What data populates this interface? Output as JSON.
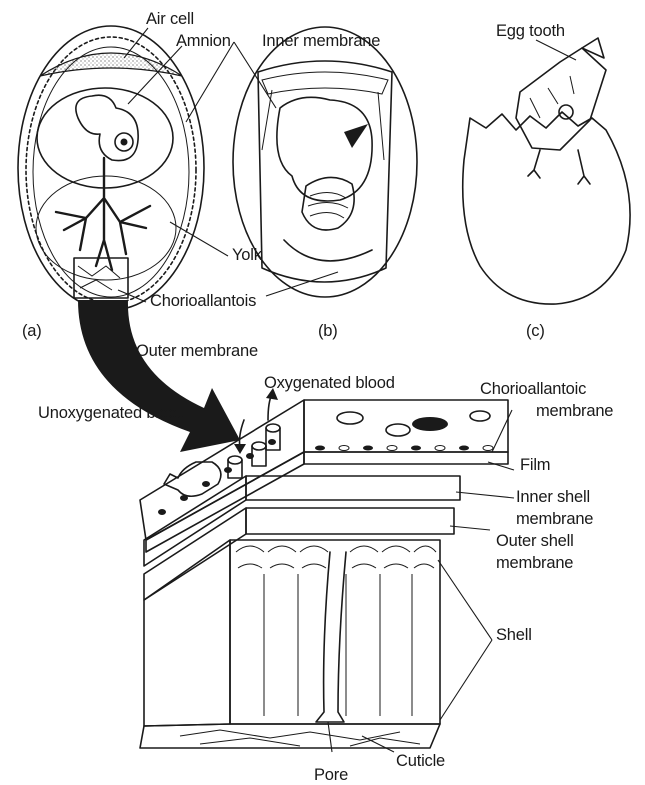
{
  "colors": {
    "ink": "#1a1a1a",
    "paper": "#ffffff",
    "stipple": "#777777"
  },
  "panels": {
    "a": {
      "tag": "(a)"
    },
    "b": {
      "tag": "(b)"
    },
    "c": {
      "tag": "(c)"
    }
  },
  "labels": {
    "air_cell": "Air cell",
    "amnion": "Amnion",
    "inner_membrane": "Inner membrane",
    "egg_tooth": "Egg tooth",
    "yolk": "Yolk",
    "chorioallantois": "Chorioallantois",
    "outer_membrane": "Outer membrane",
    "oxygenated_blood": "Oxygenated blood",
    "unoxygenated_blood": "Unoxygenated blood",
    "chorioallantoic_membrane": [
      "Chorioallantoic",
      "membrane"
    ],
    "film": "Film",
    "inner_shell_membrane": [
      "Inner shell",
      "membrane"
    ],
    "outer_shell_membrane": [
      "Outer shell",
      "membrane"
    ],
    "shell": "Shell",
    "cuticle": "Cuticle",
    "pore": "Pore"
  }
}
